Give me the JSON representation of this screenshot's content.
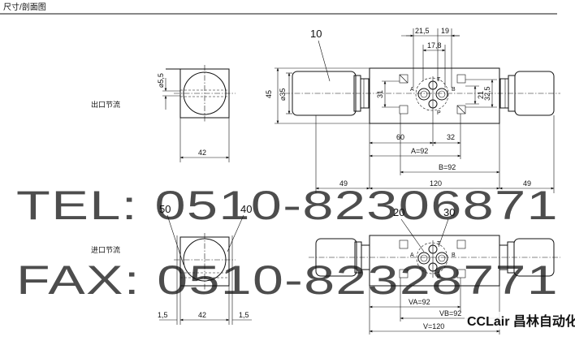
{
  "header": {
    "title": "尺寸/剖面图"
  },
  "labels": {
    "outlet_throttle": "出口节流",
    "inlet_throttle": "进口节流"
  },
  "callouts": {
    "ten": "10",
    "fifty": "50",
    "forty": "40",
    "twenty": "20",
    "thirty": "30"
  },
  "side_view": {
    "dia_hole": "⌀5,5",
    "width_top": "42",
    "width_bottom": "42",
    "gap_left": "1,5",
    "gap_right": "1,5"
  },
  "front_view": {
    "height_45": "45",
    "dia_35": "⌀35",
    "dim_31": "31",
    "dim_21": "21",
    "dim_325": "32,5",
    "dim_215": "21,5",
    "dim_19": "19",
    "dim_178": "17,8",
    "dim_60": "60",
    "dim_32": "32",
    "a92": "A=92",
    "b92": "B=92",
    "left_49": "49",
    "mid_120": "120",
    "right_49": "49",
    "port_a": "A",
    "port_b": "B",
    "port_t": "T",
    "port_p": "P"
  },
  "bottom_view": {
    "va92": "VA=92",
    "vb92": "VB=92",
    "v120": "V=120",
    "port_a": "A",
    "port_b": "B",
    "port_t": "T",
    "port_p": "P"
  },
  "watermark": {
    "tel": "TEL: 0510-82306871",
    "fax": "FAX: 0510-82328771"
  },
  "brand": {
    "text": "CCLair 昌林自动化"
  }
}
